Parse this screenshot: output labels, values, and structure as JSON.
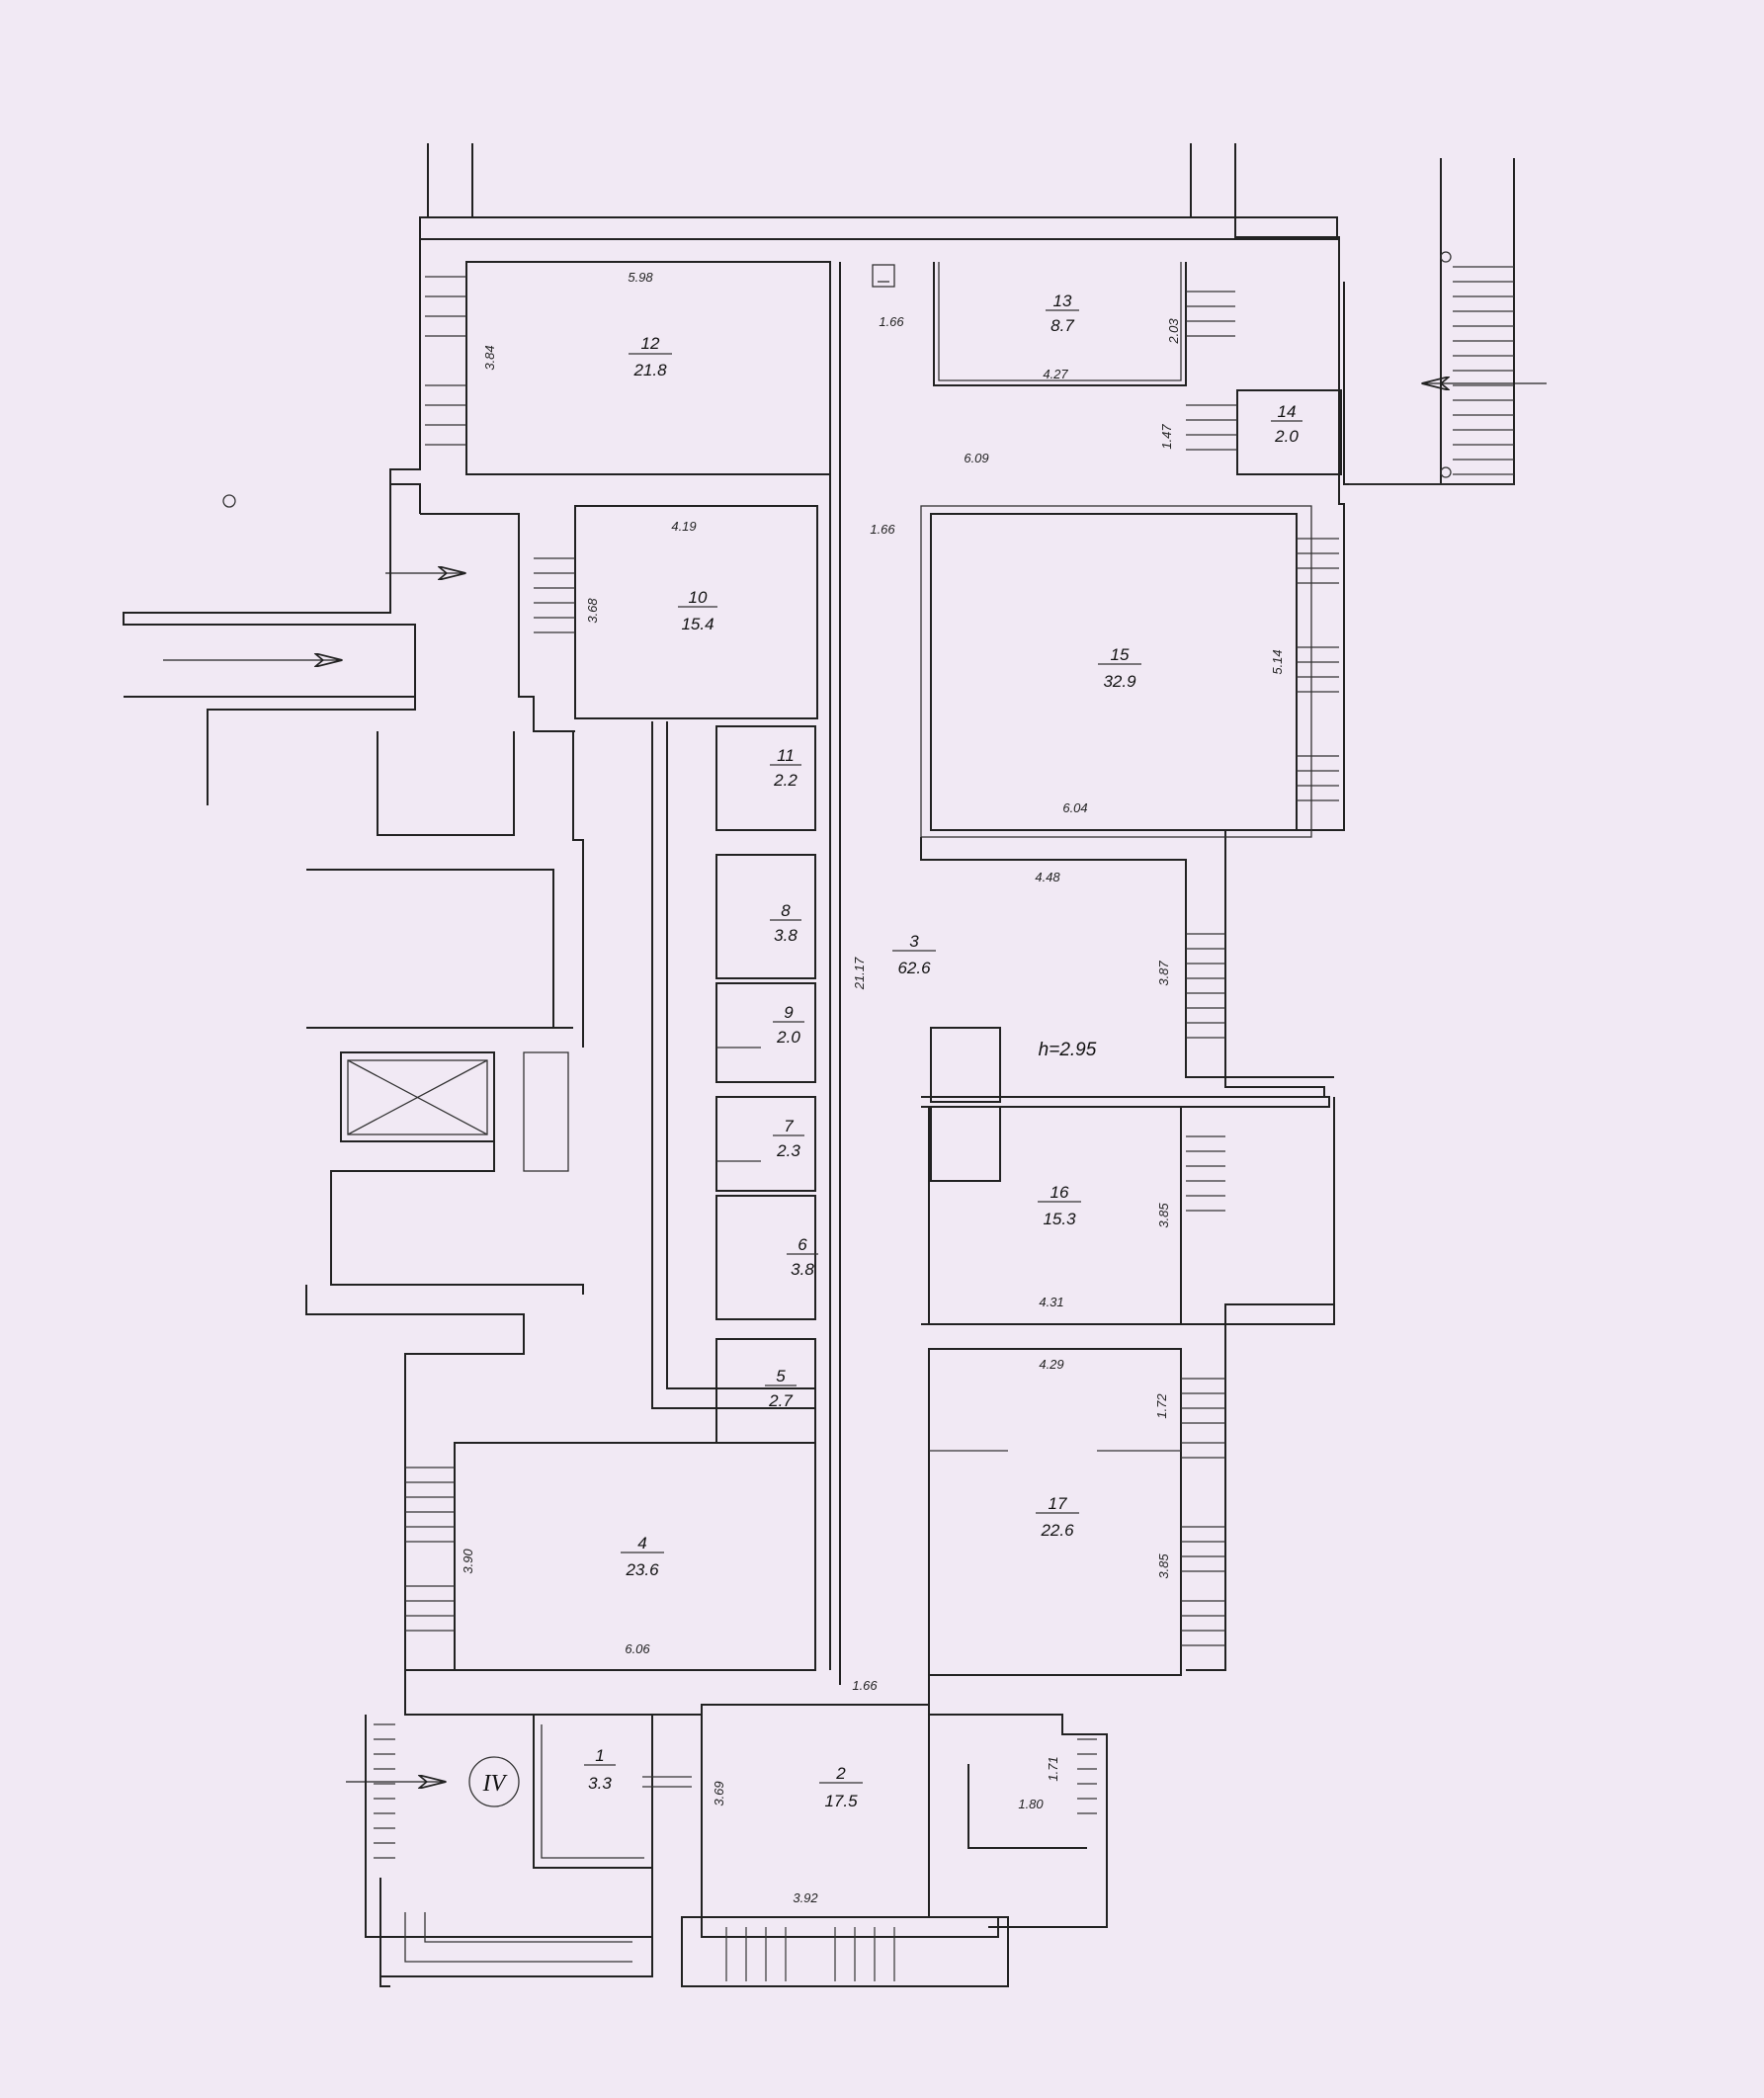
{
  "ceiling_height": "h=2.95",
  "entrance_mark": "IV",
  "rooms": {
    "r1": {
      "num": "1",
      "area": "3.3"
    },
    "r2": {
      "num": "2",
      "area": "17.5"
    },
    "r3": {
      "num": "3",
      "area": "62.6"
    },
    "r4": {
      "num": "4",
      "area": "23.6"
    },
    "r5": {
      "num": "5",
      "area": "2.7"
    },
    "r6": {
      "num": "6",
      "area": "3.8"
    },
    "r7": {
      "num": "7",
      "area": "2.3"
    },
    "r8": {
      "num": "8",
      "area": "3.8"
    },
    "r9": {
      "num": "9",
      "area": "2.0"
    },
    "r10": {
      "num": "10",
      "area": "15.4"
    },
    "r11": {
      "num": "11",
      "area": "2.2"
    },
    "r12": {
      "num": "12",
      "area": "21.8"
    },
    "r13": {
      "num": "13",
      "area": "8.7"
    },
    "r14": {
      "num": "14",
      "area": "2.0"
    },
    "r15": {
      "num": "15",
      "area": "32.9"
    },
    "r16": {
      "num": "16",
      "area": "15.3"
    },
    "r17": {
      "num": "17",
      "area": "22.6"
    }
  },
  "dimensions": {
    "d01": "5.98",
    "d02": "3.84",
    "d03": "1.66",
    "d04": "2.03",
    "d05": "4.27",
    "d06": "1.47",
    "d07": "6.09",
    "d08": "4.19",
    "d09": "1.66",
    "d10": "3.68",
    "d11": "5.14",
    "d12": "6.04",
    "d13": "4.48",
    "d14": "21.17",
    "d15": "3.87",
    "d16": "3.85",
    "d17": "4.31",
    "d18": "4.29",
    "d19": "1.72",
    "d20": "3.90",
    "d21": "3.85",
    "d22": "6.06",
    "d23": "1.66",
    "d24": "1.71",
    "d25": "3.69",
    "d26": "1.80",
    "d27": "3.92"
  }
}
